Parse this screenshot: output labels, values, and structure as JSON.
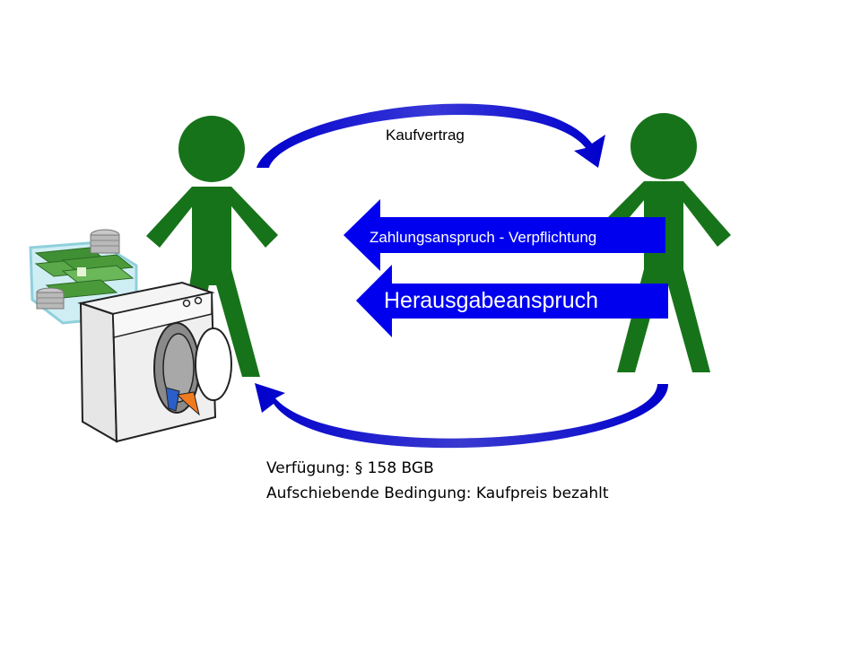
{
  "diagram": {
    "contract_label": "Kaufvertrag",
    "payment_claim_label": "Zahlungsanspruch  - Verpflichtung",
    "surrender_claim_label": "Herausgabeanspruch",
    "notes": {
      "line1": "Verfügung: § 158 BGB",
      "line2": "Aufschiebende Bedingung: Kaufpreis bezahlt"
    }
  },
  "colors": {
    "person": "#17731a",
    "arrow": "#0000ee",
    "arc_dark": "#1d1dc8",
    "money": "#4a9a3a",
    "coin": "#b9b9b9",
    "machine_body": "#e8e8e8"
  },
  "icons": [
    "buyer-person-icon",
    "seller-person-icon",
    "money-stack-icon",
    "washing-machine-icon"
  ]
}
